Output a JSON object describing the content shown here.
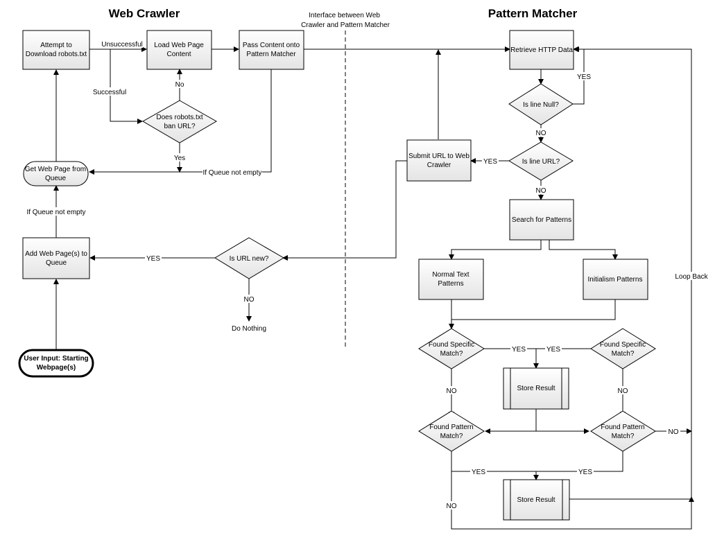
{
  "titles": {
    "web_crawler": "Web Crawler",
    "pattern_matcher": "Pattern Matcher"
  },
  "interface_note": [
    "Interface between Web",
    "Crawler and Pattern Matcher"
  ],
  "nodes": {
    "attempt_robots": [
      "Attempt to",
      "Download robots.txt"
    ],
    "load_page": [
      "Load Web Page",
      "Content"
    ],
    "pass_content": [
      "Pass Content onto",
      "Pattern Matcher"
    ],
    "robots_ban": [
      "Does robots.txt",
      "ban URL?"
    ],
    "get_from_queue": [
      "Get Web Page from",
      "Queue"
    ],
    "add_to_queue": [
      "Add Web Page(s) to",
      "Queue"
    ],
    "is_url_new": [
      "Is URL new?"
    ],
    "do_nothing": [
      "Do Nothing"
    ],
    "user_input": [
      "User Input: Starting",
      "Webpage(s)"
    ],
    "retrieve_http": [
      "Retrieve HTTP Data"
    ],
    "is_line_null": [
      "Is line Null?"
    ],
    "is_line_url": [
      "Is line URL?"
    ],
    "submit_url": [
      "Submit URL to Web",
      "Crawler"
    ],
    "search_patterns": [
      "Search for Patterns"
    ],
    "normal_text": [
      "Normal Text",
      "Patterns"
    ],
    "initialism": [
      "Initialism Patterns"
    ],
    "found_specific_left": [
      "Found Specific",
      "Match?"
    ],
    "found_specific_right": [
      "Found Specific",
      "Match?"
    ],
    "store_result_top": [
      "Store Result"
    ],
    "found_pattern_left": [
      "Found Pattern",
      "Match?"
    ],
    "found_pattern_right": [
      "Found Pattern",
      "Match?"
    ],
    "store_result_bottom": [
      "Store Result"
    ]
  },
  "edge_labels": {
    "unsuccessful": "Unsuccessful",
    "successful": "Successful",
    "no_robots": "No",
    "yes_robots": "Yes",
    "queue_not_empty_top": "If Queue not empty",
    "queue_not_empty_left": "If Queue not empty",
    "yes_url_new": "YES",
    "no_url_new": "NO",
    "yes_null": "YES",
    "no_null": "NO",
    "yes_line_url": "YES",
    "no_line_url": "NO",
    "yes_specific_left": "YES",
    "yes_specific_right": "YES",
    "no_specific_left": "NO",
    "no_specific_right": "NO",
    "no_pattern_right": "NO",
    "yes_pattern_left": "YES",
    "yes_pattern_right": "YES",
    "no_pattern_left": "NO",
    "loop_back": "Loop Back"
  }
}
